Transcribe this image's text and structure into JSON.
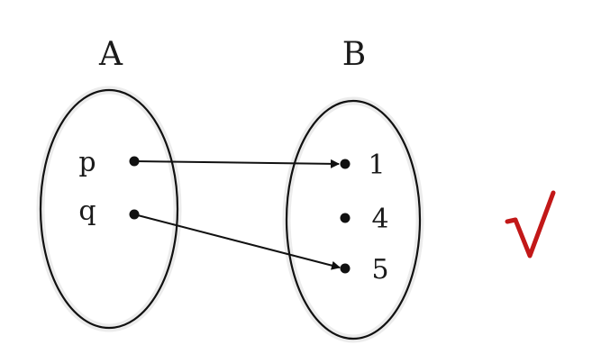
{
  "sets": {
    "a": {
      "name": "A",
      "elements": [
        "p",
        "q"
      ]
    },
    "b": {
      "name": "B",
      "elements": [
        "1",
        "4",
        "5"
      ]
    }
  },
  "mapping": [
    {
      "from": "p",
      "to": "1"
    },
    {
      "from": "q",
      "to": "5"
    }
  ],
  "colors": {
    "ink": "#111111",
    "check": "#c21818",
    "halo": "#ececec"
  },
  "icons": {
    "verdict": "check-mark-icon"
  }
}
